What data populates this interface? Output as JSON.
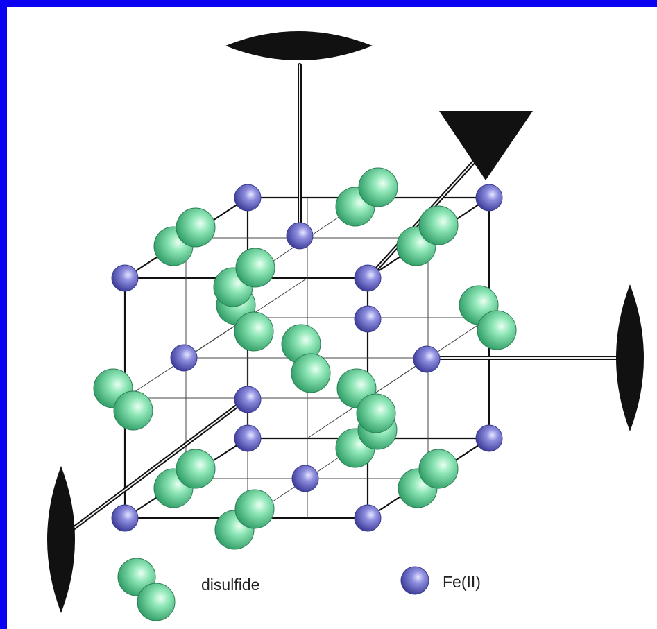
{
  "legend": {
    "disulfide_label": "disulfide",
    "fe_label": "Fe(II)"
  },
  "colors": {
    "frame": "#0a02f0",
    "background": "#ffffff",
    "disulfide": "#5fd39a",
    "iron": "#6a6ad0",
    "symmetry_symbols": "#111111"
  },
  "symmetry_elements": [
    "twofold-axis-top",
    "threefold-axis-diagonal",
    "twofold-axis-right",
    "twofold-axis-front"
  ]
}
